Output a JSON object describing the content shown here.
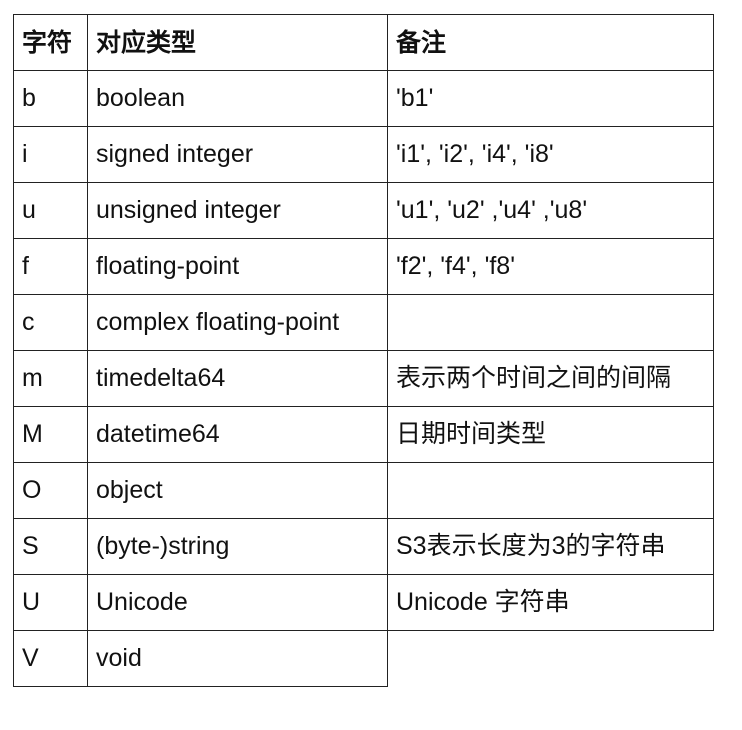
{
  "table": {
    "headers": [
      "字符",
      "对应类型",
      "备注"
    ],
    "rows": [
      {
        "char": "b",
        "type": "boolean",
        "note": "'b1'"
      },
      {
        "char": "i",
        "type": "signed integer",
        "note": "'i1', 'i2', 'i4', 'i8'"
      },
      {
        "char": "u",
        "type": "unsigned integer",
        "note": "'u1', 'u2' ,'u4' ,'u8'"
      },
      {
        "char": "f",
        "type": "floating-point",
        "note": "'f2', 'f4', 'f8'"
      },
      {
        "char": "c",
        "type": "complex floating-point",
        "note": ""
      },
      {
        "char": "m",
        "type": "timedelta64",
        "note": "表示两个时间之间的间隔"
      },
      {
        "char": "M",
        "type": "datetime64",
        "note": "日期时间类型"
      },
      {
        "char": "O",
        "type": "object",
        "note": ""
      },
      {
        "char": "S",
        "type": "(byte-)string",
        "note": "S3表示长度为3的字符串"
      },
      {
        "char": "U",
        "type": "Unicode",
        "note": "Unicode 字符串"
      },
      {
        "char": "V",
        "type": "void",
        "note": null
      }
    ]
  }
}
